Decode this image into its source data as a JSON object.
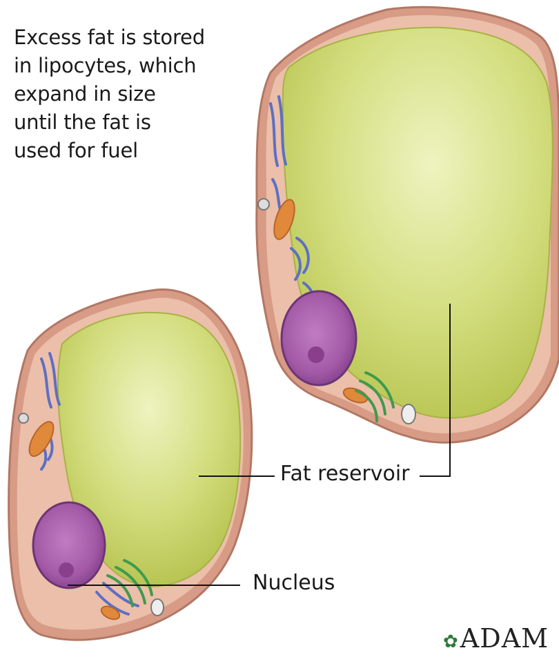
{
  "caption": "Excess fat is stored\nin lipocytes, which\nexpand in size\nuntil the fat is\nused for fuel",
  "labels": {
    "fat_reservoir": "Fat reservoir",
    "nucleus": "Nucleus"
  },
  "logo": "ADAM",
  "colors": {
    "membrane": "#c98f7e",
    "cytoplasm": "#e8b9a3",
    "fat": "#c9d66a",
    "fat_light": "#e8efb4",
    "nucleus": "#a65ca6",
    "mitochondria": "#e0893a",
    "er_blue": "#5d6fc4",
    "er_green": "#3f9a4e"
  }
}
